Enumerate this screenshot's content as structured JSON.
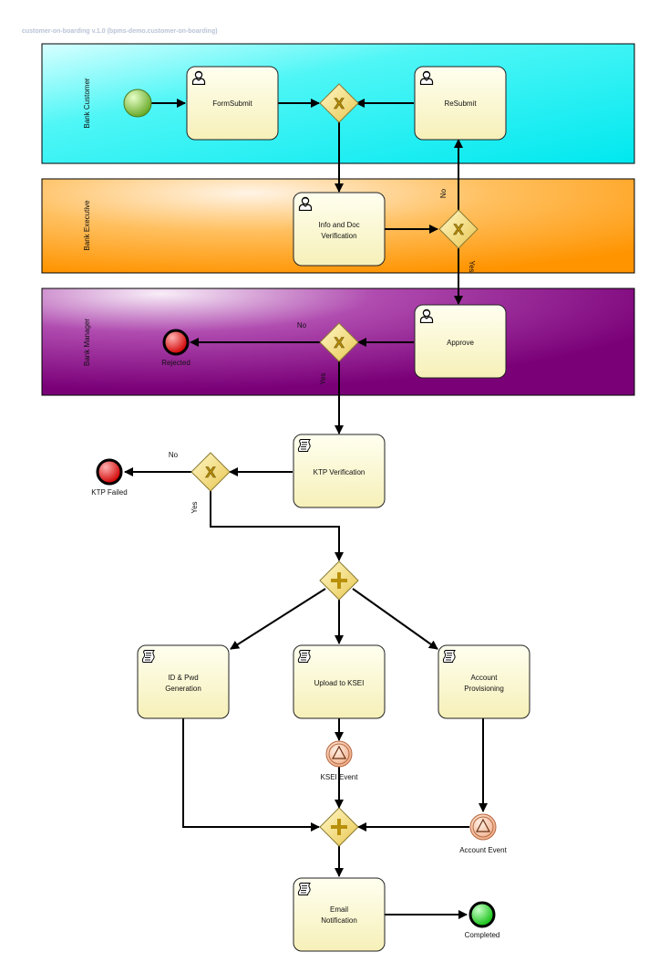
{
  "header": "customer-on-boarding v.1.0 (bpms-demo.customer-on-boarding)",
  "lanes": {
    "customer": "Bank Customer",
    "executive": "Bank Executive",
    "manager": "Bank Manager"
  },
  "tasks": {
    "form_submit": "FormSubmit",
    "resubmit": "ReSubmit",
    "info_doc_1": "Info and Doc",
    "info_doc_2": "Verification",
    "approve": "Approve",
    "ktp_verification": "KTP Verification",
    "id_pwd_1": "ID & Pwd",
    "id_pwd_2": "Generation",
    "upload_ksei": "Upload to KSEI",
    "account_prov_1": "Account",
    "account_prov_2": "Provisioning",
    "email_1": "Email",
    "email_2": "Notification"
  },
  "events": {
    "rejected": "Rejected",
    "ktp_failed": "KTP Failed",
    "ksei_event": "KSEI Event",
    "account_event": "Account Event",
    "completed": "Completed"
  },
  "flow_labels": {
    "exec_no": "No",
    "exec_yes": "Yes",
    "mgr_no": "No",
    "mgr_yes": "Yes",
    "ktp_no": "No",
    "ktp_yes": "Yes"
  },
  "colors": {
    "customer_lane": "#00f0f0",
    "executive_lane": "#ff9a00",
    "manager_lane": "#800080",
    "task_fill": "#fffbd0",
    "gateway": "#f5d66a",
    "start_event": "#8bc34a",
    "end_event_error": "#e02020",
    "end_event_ok": "#22cc22",
    "signal_event": "#f0b090"
  }
}
